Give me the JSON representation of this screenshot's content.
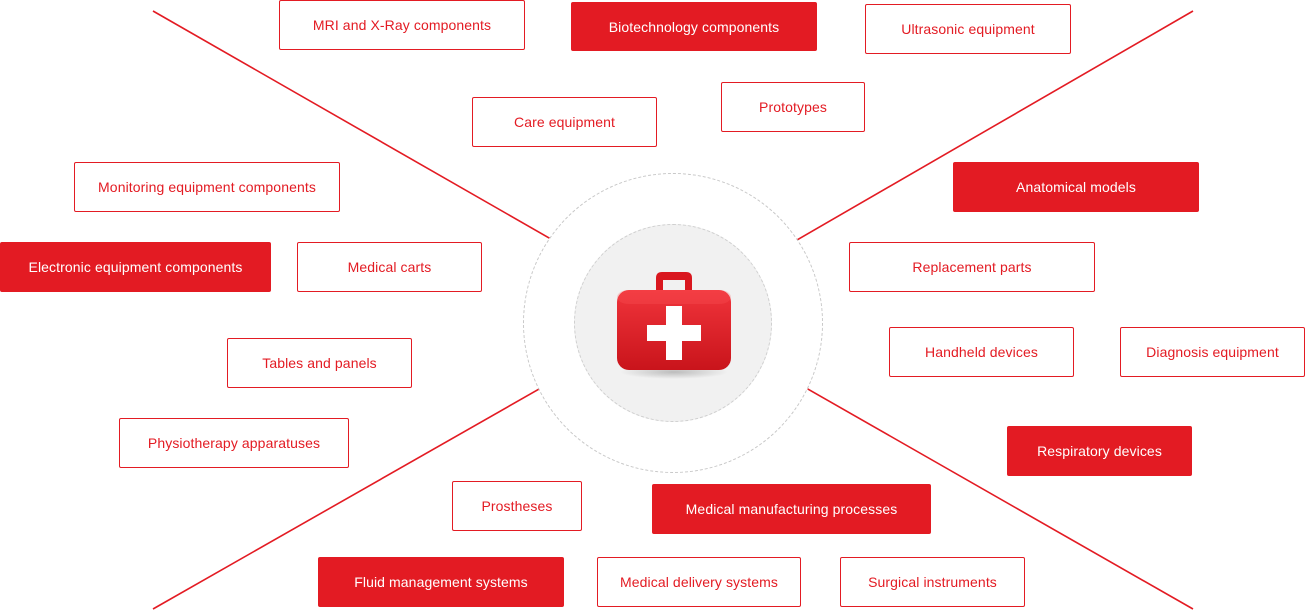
{
  "colors": {
    "accent": "#e31b23",
    "background": "#ffffff",
    "hub_fill": "#f1f1f1"
  },
  "center_icon": "first-aid-kit-icon",
  "tags": [
    {
      "id": "mri-xray",
      "label": "MRI and X-Ray components",
      "style": "outline"
    },
    {
      "id": "biotechnology",
      "label": "Biotechnology components",
      "style": "filled"
    },
    {
      "id": "ultrasonic",
      "label": "Ultrasonic equipment",
      "style": "outline"
    },
    {
      "id": "care-equipment",
      "label": "Care equipment",
      "style": "outline"
    },
    {
      "id": "prototypes",
      "label": "Prototypes",
      "style": "outline"
    },
    {
      "id": "monitoring",
      "label": "Monitoring equipment components",
      "style": "outline"
    },
    {
      "id": "anatomical-models",
      "label": "Anatomical models",
      "style": "filled"
    },
    {
      "id": "electronic",
      "label": "Electronic equipment components",
      "style": "filled"
    },
    {
      "id": "medical-carts",
      "label": "Medical carts",
      "style": "outline"
    },
    {
      "id": "replacement-parts",
      "label": "Replacement parts",
      "style": "outline"
    },
    {
      "id": "handheld",
      "label": "Handheld devices",
      "style": "outline"
    },
    {
      "id": "diagnosis",
      "label": "Diagnosis equipment",
      "style": "outline"
    },
    {
      "id": "tables-panels",
      "label": "Tables and panels",
      "style": "outline"
    },
    {
      "id": "physiotherapy",
      "label": "Physiotherapy apparatuses",
      "style": "outline"
    },
    {
      "id": "respiratory",
      "label": "Respiratory devices",
      "style": "filled"
    },
    {
      "id": "prostheses",
      "label": "Prostheses",
      "style": "outline"
    },
    {
      "id": "manufacturing",
      "label": "Medical manufacturing processes",
      "style": "filled"
    },
    {
      "id": "fluid-management",
      "label": "Fluid management systems",
      "style": "filled"
    },
    {
      "id": "delivery-systems",
      "label": "Medical delivery systems",
      "style": "outline"
    },
    {
      "id": "surgical",
      "label": "Surgical instruments",
      "style": "outline"
    }
  ]
}
